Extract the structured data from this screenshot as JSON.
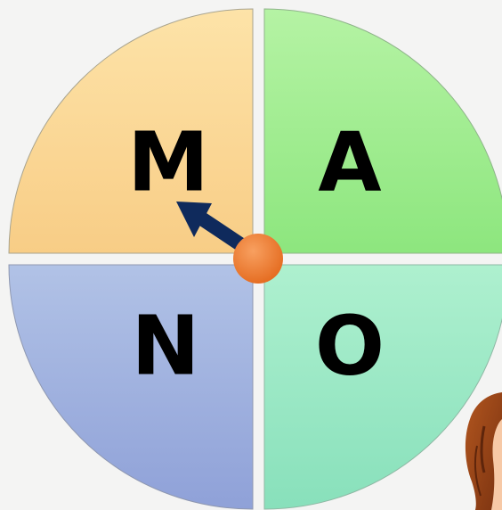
{
  "spinner": {
    "segments": [
      {
        "letter": "M",
        "color_top": "#fde3a8",
        "color_bottom": "#f8cd86"
      },
      {
        "letter": "A",
        "color_top": "#b5f3a4",
        "color_bottom": "#8de67e"
      },
      {
        "letter": "N",
        "color_top": "#b1c2e6",
        "color_bottom": "#8fa1d8"
      },
      {
        "letter": "O",
        "color_top": "#aef0cf",
        "color_bottom": "#88e0bb"
      }
    ],
    "pointer": {
      "points_to": "M",
      "arrow_color": "#0f2a5c",
      "hub_color": "#ef7d2c"
    }
  },
  "colors": {
    "background": "#f4f4f3",
    "divider": "#ffffff",
    "segment_outline": "#9aa3a0"
  }
}
